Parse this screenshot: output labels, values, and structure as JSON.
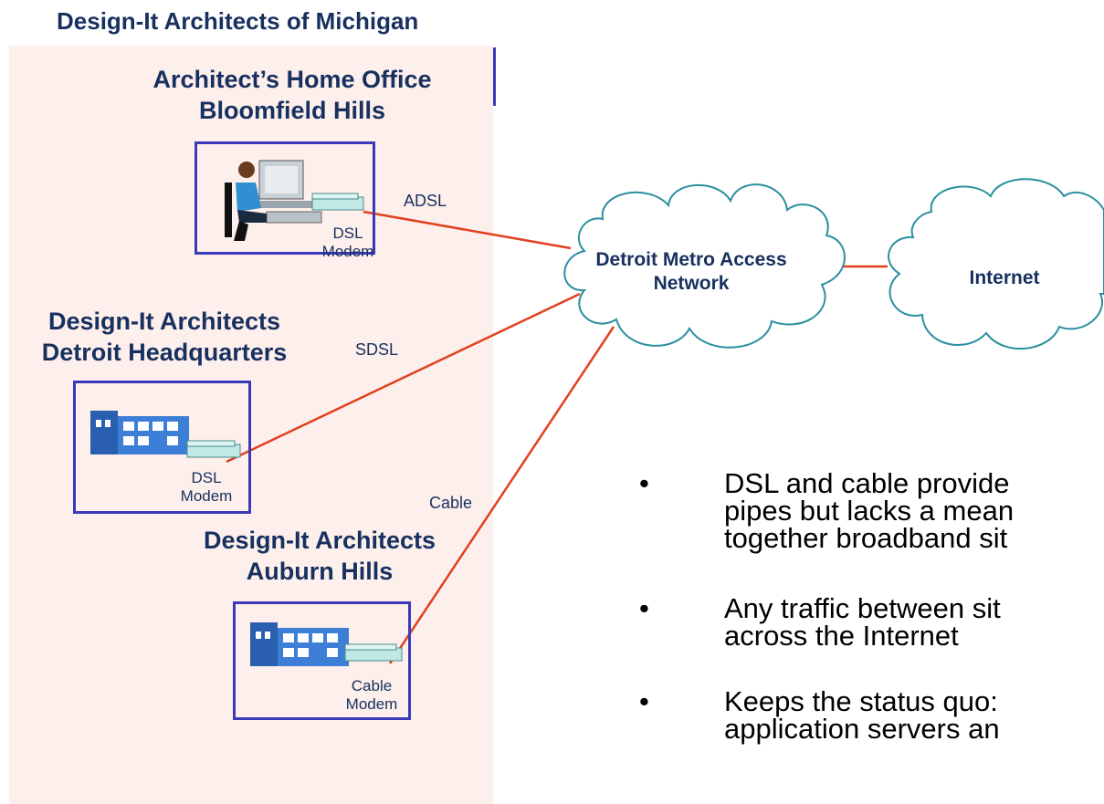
{
  "title": "Design-It Architects of Michigan",
  "sites": {
    "home": {
      "line1": "Architect’s Home Office",
      "line2": "Bloomfield Hills",
      "device": [
        "DSL",
        "Modem"
      ]
    },
    "hq": {
      "line1": "Design-It Architects",
      "line2": "Detroit Headquarters",
      "device": [
        "DSL",
        "Modem"
      ]
    },
    "auburn": {
      "line1": "Design-It Architects",
      "line2": "Auburn Hills",
      "device": [
        "Cable",
        "Modem"
      ]
    }
  },
  "links": {
    "adsl": "ADSL",
    "sdsl": "SDSL",
    "cable": "Cable"
  },
  "clouds": {
    "metro": [
      "Detroit Metro Access",
      "Network"
    ],
    "internet": "Internet"
  },
  "bullets": [
    {
      "dot": "•",
      "lines": [
        "DSL and cable provide",
        "pipes but lacks a mean",
        "together broadband sit"
      ]
    },
    {
      "dot": "•",
      "lines": [
        "Any traffic between sit",
        "across the Internet"
      ]
    },
    {
      "dot": "•",
      "lines": [
        "Keeps the status quo:",
        "application servers an"
      ]
    }
  ],
  "colors": {
    "region": "#fdefeb",
    "border": "#3a3ab8",
    "text": "#17305f",
    "link": "#e0401f",
    "cloud": "#2a8fa0"
  }
}
